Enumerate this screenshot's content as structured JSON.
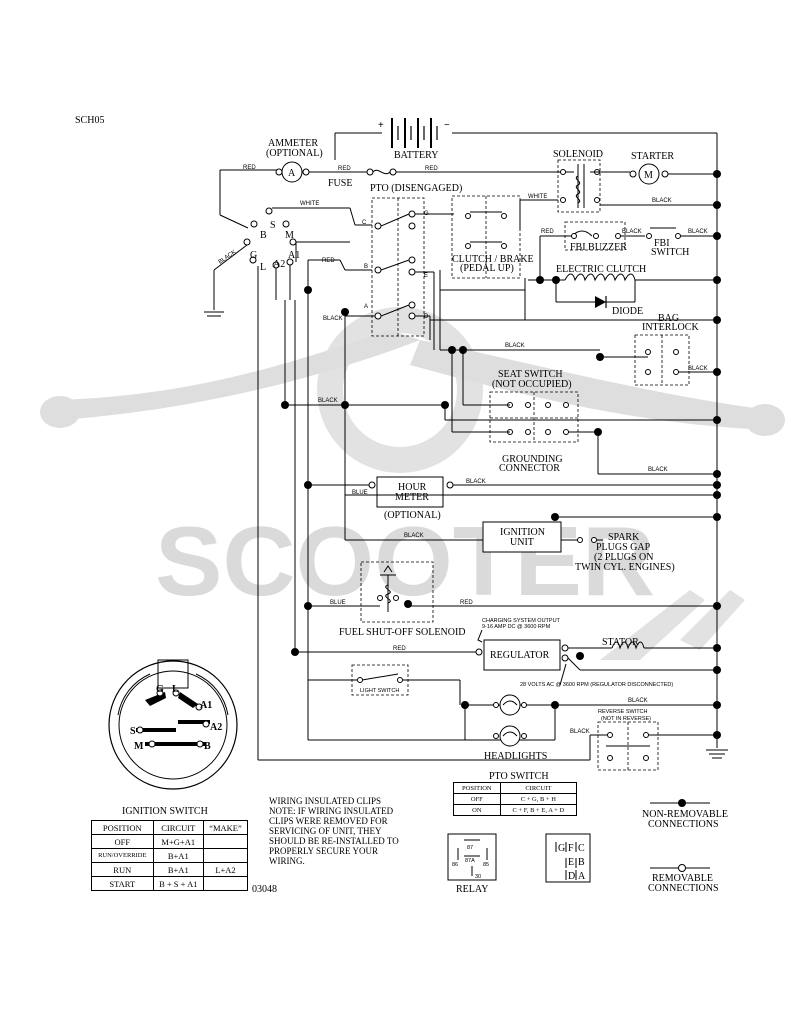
{
  "doc_id": "SCH05",
  "drawing_no": "03048",
  "watermark": "SCOOTER",
  "labels": {
    "battery": "BATTERY",
    "plus": "+",
    "minus": "−",
    "ammeter": "AMMETER",
    "ammeter_opt": "(OPTIONAL)",
    "ammeter_a": "A",
    "fuse": "FUSE",
    "pto": "PTO (DISENGAGED)",
    "solenoid": "SOLENOID",
    "starter": "STARTER",
    "starter_m": "M",
    "fbi_buzzer": "FBI BUZZER",
    "fbi_switch_1": "FBI",
    "fbi_switch_2": "SWITCH",
    "clutch_1": "CLUTCH / BRAKE",
    "clutch_2": "(PEDAL UP)",
    "electric_clutch": "ELECTRIC CLUTCH",
    "diode": "DIODE",
    "bag_1": "BAG",
    "bag_2": "INTERLOCK",
    "seat_1": "SEAT SWITCH",
    "seat_2": "(NOT OCCUPIED)",
    "ground_1": "GROUNDING",
    "ground_2": "CONNECTOR",
    "hour_1": "HOUR",
    "hour_2": "METER",
    "hour_opt": "(OPTIONAL)",
    "ign_unit_1": "IGNITION",
    "ign_unit_2": "UNIT",
    "spark_1": "SPARK",
    "spark_2": "PLUGS GAP",
    "spark_3": "(2 PLUGS ON",
    "spark_4": "TWIN CYL. ENGINES)",
    "fuel": "FUEL SHUT-OFF SOLENOID",
    "charging_1": "CHARGING SYSTEM OUTPUT",
    "charging_2": "9-16 AMP DC @ 3600 RPM",
    "regulator": "REGULATOR",
    "stator": "STATOR",
    "volts": "28 VOLTS AC @ 3600 RPM (REGULATOR DISCONNECTED)",
    "light_switch": "LIGHT SWITCH",
    "headlights": "HEADLIGHTS",
    "reverse_1": "REVERSE SWITCH",
    "reverse_2": "(NOT IN REVERSE)",
    "non_removable_1": "NON-REMOVABLE",
    "non_removable_2": "CONNECTIONS",
    "removable_1": "REMOVABLE",
    "removable_2": "CONNECTIONS",
    "relay": "RELAY",
    "ignition_switch": "IGNITION SWITCH",
    "pto_switch": "PTO SWITCH",
    "red": "RED",
    "black": "BLACK",
    "white": "WHITE",
    "blue": "BLUE",
    "term_b": "B",
    "term_s": "S",
    "term_m": "M",
    "term_g": "G",
    "term_l": "L",
    "term_a1": "A1",
    "term_a2": "A2",
    "pto_c": "C",
    "pto_g": "G",
    "pto_b": "B",
    "pto_e": "E",
    "pto_a": "A",
    "pto_d": "D",
    "relay_87": "87",
    "relay_87a": "87A",
    "relay_86": "86",
    "relay_85": "85",
    "relay_30": "30",
    "conn_g": "G",
    "conn_f": "F",
    "conn_c": "C",
    "conn_e": "E",
    "conn_b": "B",
    "conn_d": "D",
    "conn_a": "A",
    "key_g": "G",
    "key_l": "L",
    "key_a1": "A1",
    "key_a2": "A2",
    "key_s": "S",
    "key_m": "M",
    "key_b": "B"
  },
  "wiring_note": [
    "WIRING INSULATED CLIPS",
    "NOTE:  IF WIRING INSULATED",
    "CLIPS WERE REMOVED FOR",
    "SERVICING OF UNIT, THEY",
    "SHOULD BE RE-INSTALLED TO",
    "PROPERLY SECURE YOUR",
    "WIRING."
  ],
  "ignition_table": {
    "headers": [
      "POSITION",
      "CIRCUIT",
      "“MAKE”"
    ],
    "rows": [
      [
        "OFF",
        "M+G+A1",
        ""
      ],
      [
        "RUN/OVERRIDE",
        "B+A1",
        ""
      ],
      [
        "RUN",
        "B+A1",
        "L+A2"
      ],
      [
        "START",
        "B + S + A1",
        ""
      ]
    ]
  },
  "pto_table": {
    "headers": [
      "POSITION",
      "CIRCUIT"
    ],
    "rows": [
      [
        "OFF",
        "C + G, B + H"
      ],
      [
        "ON",
        "C + F, B + E, A + D"
      ]
    ]
  }
}
